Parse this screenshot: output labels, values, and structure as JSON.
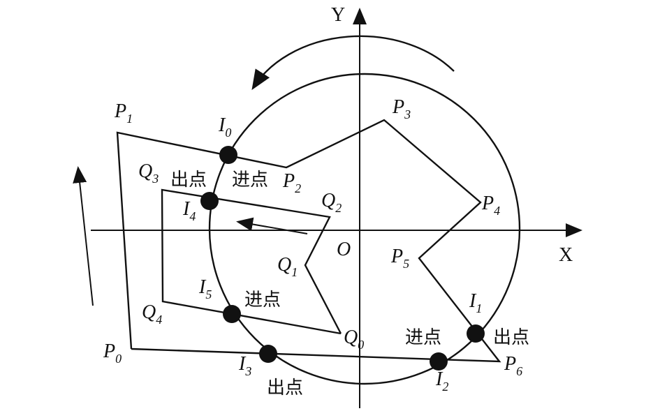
{
  "diagram": {
    "axes": {
      "x_label": "X",
      "y_label": "Y",
      "origin_label": "O"
    },
    "polygon_p_vertices": [
      {
        "name": "P",
        "sub": "0"
      },
      {
        "name": "P",
        "sub": "1"
      },
      {
        "name": "P",
        "sub": "2"
      },
      {
        "name": "P",
        "sub": "3"
      },
      {
        "name": "P",
        "sub": "4"
      },
      {
        "name": "P",
        "sub": "5"
      },
      {
        "name": "P",
        "sub": "6"
      }
    ],
    "polygon_q_vertices": [
      {
        "name": "Q",
        "sub": "0"
      },
      {
        "name": "Q",
        "sub": "1"
      },
      {
        "name": "Q",
        "sub": "2"
      },
      {
        "name": "Q",
        "sub": "3"
      },
      {
        "name": "Q",
        "sub": "4"
      }
    ],
    "intersections": [
      {
        "name": "I",
        "sub": "0"
      },
      {
        "name": "I",
        "sub": "1"
      },
      {
        "name": "I",
        "sub": "2"
      },
      {
        "name": "I",
        "sub": "3"
      },
      {
        "name": "I",
        "sub": "4"
      },
      {
        "name": "I",
        "sub": "5"
      }
    ],
    "annotations": {
      "exit_point": "出点",
      "entry_point": "进点"
    }
  }
}
